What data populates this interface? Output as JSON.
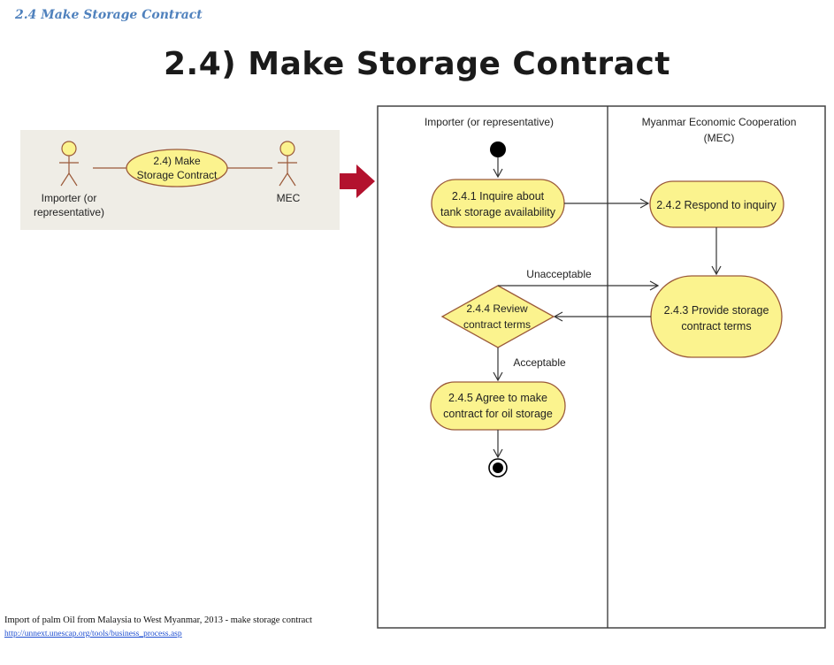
{
  "section_heading": "2.4 Make Storage Contract",
  "slide_title": "2.4) Make Storage Contract",
  "colors": {
    "heading_blue": "#4f81bd",
    "node_fill": "#fbf38e",
    "node_stroke": "#9b5a3a",
    "usecase_bg": "#efede6",
    "arrow_red": "#b3122e",
    "line": "#333333"
  },
  "use_case": {
    "actor_left": {
      "label_line1": "Importer (or",
      "label_line2": "representative)"
    },
    "use_case_ellipse": {
      "line1": "2.4) Make",
      "line2": "Storage Contract"
    },
    "actor_right": {
      "label": "MEC"
    }
  },
  "swimlanes": [
    {
      "title_line1": "Importer (or representative)",
      "title_line2": ""
    },
    {
      "title_line1": "Myanmar Economic Cooperation",
      "title_line2": "(MEC)"
    }
  ],
  "activities": {
    "a241": {
      "line1": "2.4.1 Inquire about",
      "line2": "tank storage availability"
    },
    "a242": {
      "line1": "2.4.2 Respond to inquiry"
    },
    "a243": {
      "line1": "2.4.3 Provide storage",
      "line2": "contract terms"
    },
    "a244": {
      "line1": "2.4.4 Review",
      "line2": "contract terms"
    },
    "a245": {
      "line1": "2.4.5 Agree to make",
      "line2": "contract for oil storage"
    }
  },
  "edge_labels": {
    "unacceptable": "Unacceptable",
    "acceptable": "Acceptable"
  },
  "caption": {
    "text": "Import of palm Oil from Malaysia to West Myanmar, 2013 - make storage contract",
    "link": "http://unnext.unescap.org/tools/business_process.asp"
  }
}
